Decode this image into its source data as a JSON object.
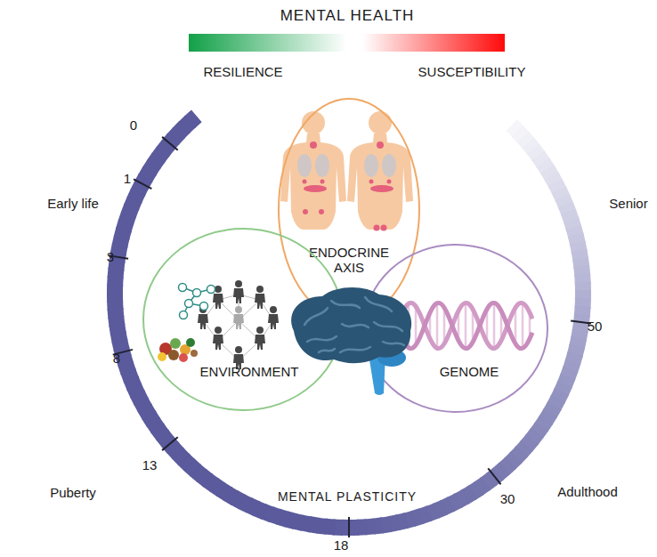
{
  "diagram": {
    "title": "MENTAL HEALTH",
    "nodes": [
      {
        "text": [
          "ENDOCRINE AXIS"
        ]
      },
      {
        "text": [
          "ENVIRONMENT"
        ]
      },
      {
        "text": [
          "GENOME"
        ]
      }
    ],
    "labels": [
      "RESILIENCE",
      "SUSCEPTIBILITY",
      "0",
      "1",
      "3",
      "8",
      "13",
      "18",
      "30",
      "50",
      "Early life",
      "Puberty",
      "Adulthood",
      "Senior",
      "MENTAL PLASTICITY"
    ]
  }
}
